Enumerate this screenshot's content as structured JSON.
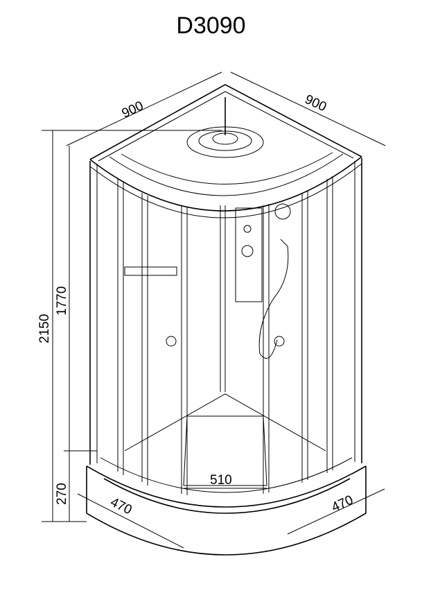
{
  "title": "D3090",
  "dimensions": {
    "top_left_width": "900",
    "top_right_width": "900",
    "total_height": "2150",
    "door_height": "1770",
    "tray_height": "270",
    "bottom_left": "470",
    "bottom_right": "470",
    "door_opening": "510"
  }
}
